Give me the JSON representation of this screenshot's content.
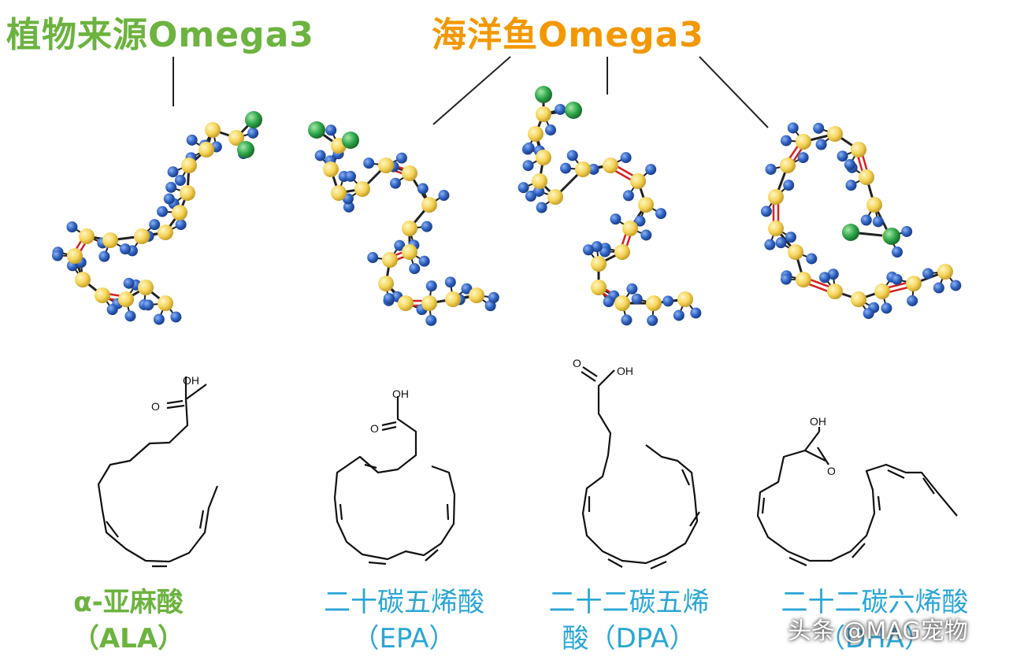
{
  "titles": {
    "plant": "植物来源Omega3",
    "marine": "海洋鱼Omega3"
  },
  "molecules": [
    {
      "id": "ala",
      "caption_line1": "α-亚麻酸",
      "caption_line2": "（ALA）",
      "acid_label": "OH",
      "carbonyl_label": "O"
    },
    {
      "id": "epa",
      "caption_line1": "二十碳五烯酸",
      "caption_line2": "（EPA）",
      "acid_label": "OH",
      "carbonyl_label": "O"
    },
    {
      "id": "dpa",
      "caption_line1": "二十二碳五烯",
      "caption_line2": "酸（DPA）",
      "acid_label": "OH",
      "carbonyl_label": "O"
    },
    {
      "id": "dha",
      "caption_line1": "二十二碳六烯酸",
      "caption_line2": "（DHA）",
      "acid_label": "OH",
      "carbonyl_label": "O"
    }
  ],
  "watermark": "头条 @MAG宠物",
  "colors": {
    "plant_green": "#6cb33f",
    "marine_orange": "#f39800",
    "caption_blue": "#2aa6d6",
    "carbon_yellow": "#f5d55a",
    "hydrogen_blue": "#2f63c4",
    "oxygen_green": "#2ea84a",
    "double_bond_red": "#d62020"
  }
}
